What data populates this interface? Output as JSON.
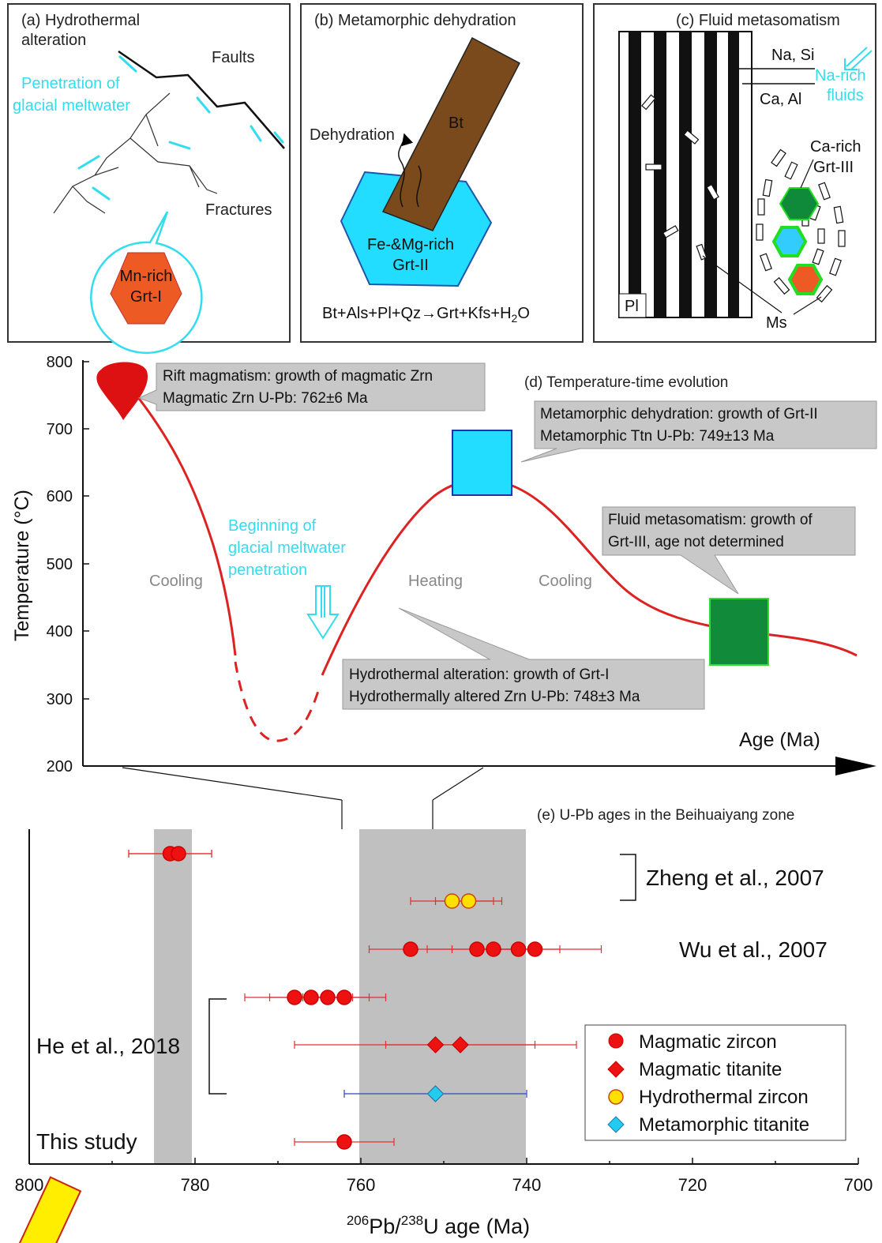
{
  "panel_a": {
    "title": "(a) Hydrothermal",
    "title2": "alteration",
    "faults": "Faults",
    "penetration1": "Penetration of",
    "penetration2": "glacial meltwater",
    "fractures": "Fractures",
    "grt1": "Mn-rich",
    "grt2": "Grt-I"
  },
  "panel_b": {
    "title": "(b) Metamorphic dehydration",
    "dehydration": "Dehydration",
    "bt": "Bt",
    "grt1": "Fe-&Mg-rich",
    "grt2": "Grt-II",
    "reaction": "Bt+Als+Pl+Qz→Grt+Kfs+H",
    "reaction_sub": "2",
    "reaction_end": "O"
  },
  "panel_c": {
    "title": "(c) Fluid metasomatism",
    "na_si": "Na, Si",
    "ca_al": "Ca, Al",
    "fluids1": "Na-rich",
    "fluids2": "fluids",
    "grt1": "Ca-rich",
    "grt2": "Grt-III",
    "pl": "Pl",
    "ms": "Ms"
  },
  "panel_d": {
    "title": "(d) Temperature-time evolution",
    "ylabel": "Temperature (°C)",
    "xlabel": "Age (Ma)",
    "yticks": [
      "800",
      "700",
      "600",
      "500",
      "400",
      "300",
      "200"
    ],
    "callouts": {
      "rift1": "Rift magmatism: growth of magmatic Zrn",
      "rift2": "Magmatic Zrn U-Pb: 762±6 Ma",
      "meta1": "Metamorphic dehydration: growth of Grt-II",
      "meta2": "Metamorphic Ttn U-Pb: 749±13 Ma",
      "fluid1": "Fluid metasomatism: growth of",
      "fluid2": "Grt-III, age not determined",
      "hydro1": "Hydrothermal alteration: growth of Grt-I",
      "hydro2": "Hydrothermally altered Zrn U-Pb: 748±3 Ma"
    },
    "labels": {
      "cooling1": "Cooling",
      "heating": "Heating",
      "cooling2": "Cooling",
      "begin1": "Beginning of",
      "begin2": "glacial meltwater",
      "begin3": "penetration"
    }
  },
  "panel_e": {
    "title": "(e) U-Pb ages in the Beihuaiyang zone",
    "xlabel_pre": "206",
    "xlabel_mid": "Pb/",
    "xlabel_sup2": "238",
    "xlabel_end": "U age (Ma)",
    "refs": {
      "zheng": "Zheng et al., 2007",
      "wu": "Wu et al., 2007",
      "he": "He et al., 2018",
      "this": "This study"
    },
    "legend": [
      "Magmatic zircon",
      "Magmatic titanite",
      "Hydrothermal zircon",
      "Metamorphic titanite"
    ]
  },
  "chart_data": {
    "type": "scatter",
    "xlabel": "206Pb/238U age (Ma)",
    "xlim": [
      800,
      700
    ],
    "x_reversed": true,
    "xticks": [
      "800",
      "780",
      "760",
      "740",
      "720",
      "700"
    ],
    "shaded_ranges": [
      [
        785,
        780
      ],
      [
        760,
        740
      ]
    ],
    "colors": {
      "magmatic": "#ee1111",
      "hydrothermal": "#ffe000",
      "metamorphic": "#22ccee",
      "error_red": "#e03030",
      "error_blue": "#3344bb"
    },
    "series": [
      {
        "name": "Magmatic zircon",
        "marker": "circle",
        "color": "#ee1111",
        "points": [
          {
            "row": 1,
            "x": 783,
            "xmin": 788,
            "xmax": 778
          },
          {
            "row": 1,
            "x": 782,
            "xmin": 788,
            "xmax": 778
          },
          {
            "row": 3,
            "x": 754,
            "xmin": 759,
            "xmax": 749
          },
          {
            "row": 3,
            "x": 746,
            "xmin": 752,
            "xmax": 741
          },
          {
            "row": 3,
            "x": 744,
            "xmin": 749,
            "xmax": 739
          },
          {
            "row": 3,
            "x": 741,
            "xmin": 746,
            "xmax": 736
          },
          {
            "row": 3,
            "x": 739,
            "xmin": 746,
            "xmax": 731
          },
          {
            "row": 4,
            "x": 768,
            "xmin": 774,
            "xmax": 762
          },
          {
            "row": 4,
            "x": 766,
            "xmin": 771,
            "xmax": 761
          },
          {
            "row": 4,
            "x": 764,
            "xmin": 768,
            "xmax": 759
          },
          {
            "row": 4,
            "x": 762,
            "xmin": 767,
            "xmax": 757
          },
          {
            "row": 7,
            "x": 762,
            "xmin": 768,
            "xmax": 756
          }
        ]
      },
      {
        "name": "Magmatic titanite",
        "marker": "diamond",
        "color": "#ee1111",
        "points": [
          {
            "row": 5,
            "x": 751,
            "xmin": 768,
            "xmax": 734
          },
          {
            "row": 5,
            "x": 748,
            "xmin": 757,
            "xmax": 739
          }
        ]
      },
      {
        "name": "Hydrothermal zircon",
        "marker": "circle",
        "color": "#ffe000",
        "points": [
          {
            "row": 2,
            "x": 749,
            "xmin": 754,
            "xmax": 744
          },
          {
            "row": 2,
            "x": 747,
            "xmin": 751,
            "xmax": 743
          }
        ]
      },
      {
        "name": "Metamorphic titanite",
        "marker": "diamond",
        "color": "#22ccee",
        "points": [
          {
            "row": 6,
            "x": 751,
            "xmin": 762,
            "xmax": 740
          }
        ]
      }
    ]
  }
}
